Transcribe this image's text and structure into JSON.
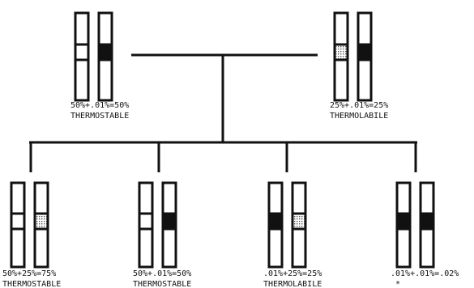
{
  "parents": [
    {
      "formula": "50%+.01%=50%",
      "phenotype": "THERMOSTABLE",
      "chromosomes": [
        {
          "band": "white"
        },
        {
          "band": "black"
        }
      ]
    },
    {
      "formula": "25%+.01%=25%",
      "phenotype": "THERMOLABILE",
      "chromosomes": [
        {
          "band": "dotted"
        },
        {
          "band": "black"
        }
      ]
    }
  ],
  "offspring": [
    {
      "formula": "50%+25%=75%",
      "phenotype": "THERMOSTABLE",
      "chromosomes": [
        {
          "band": "white"
        },
        {
          "band": "dotted"
        }
      ]
    },
    {
      "formula": "50%+.01%=50%",
      "phenotype": "THERMOSTABLE",
      "chromosomes": [
        {
          "band": "white"
        },
        {
          "band": "black"
        }
      ]
    },
    {
      "formula": ".01%+25%=25%",
      "phenotype": "THERMOLABILE",
      "chromosomes": [
        {
          "band": "black"
        },
        {
          "band": "dotted"
        }
      ]
    },
    {
      "formula": ".01%+.01%=.02%",
      "phenotype": "*",
      "chromosomes": [
        {
          "band": "black"
        },
        {
          "band": "black"
        }
      ]
    }
  ],
  "colors": {
    "line": "#111111",
    "band_black": "#111111",
    "band_white": "#ffffff",
    "dot": "#555555"
  }
}
